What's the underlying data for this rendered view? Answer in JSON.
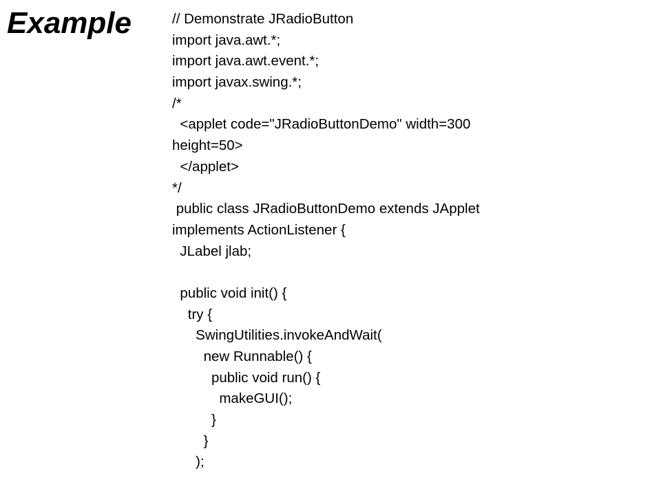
{
  "title": "Example",
  "code_lines": [
    "// Demonstrate JRadioButton",
    "import java.awt.*;",
    "import java.awt.event.*;",
    "import javax.swing.*;",
    "/*",
    "  <applet code=\"JRadioButtonDemo\" width=300",
    "height=50>",
    "  </applet>",
    "*/",
    " public class JRadioButtonDemo extends JApplet",
    "implements ActionListener {",
    "  JLabel jlab;",
    "",
    "  public void init() {",
    "    try {",
    "      SwingUtilities.invokeAndWait(",
    "        new Runnable() {",
    "          public void run() {",
    "            makeGUI();",
    "          }",
    "        }",
    "      );"
  ]
}
